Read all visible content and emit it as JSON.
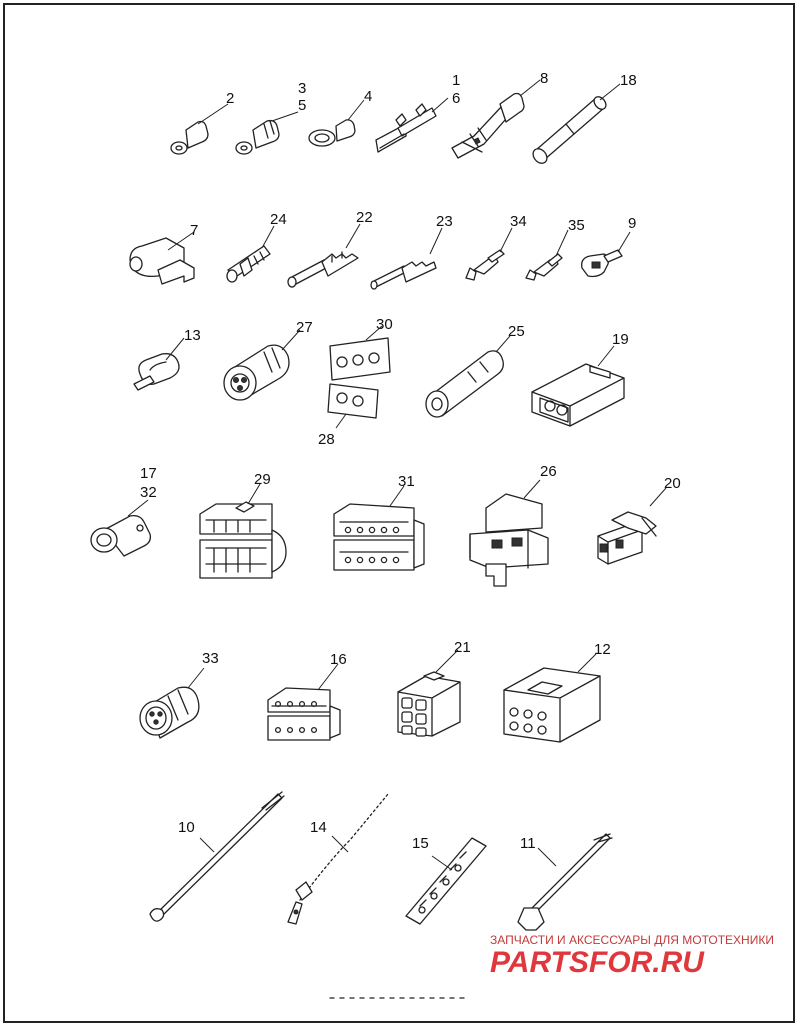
{
  "callouts": [
    "1",
    "2",
    "3",
    "4",
    "5",
    "6",
    "7",
    "8",
    "9",
    "10",
    "11",
    "12",
    "13",
    "14",
    "15",
    "16",
    "17",
    "18",
    "19",
    "20",
    "21",
    "22",
    "23",
    "24",
    "25",
    "26",
    "27",
    "28",
    "29",
    "30",
    "31",
    "32",
    "33",
    "34",
    "35"
  ],
  "watermark": {
    "tagline": "ЗАПЧАСТИ И АКСЕССУАРЫ ДЛЯ МОТОТЕХНИКИ",
    "logo": "PARTSFOR.RU",
    "logo_color": "#e0373d"
  }
}
